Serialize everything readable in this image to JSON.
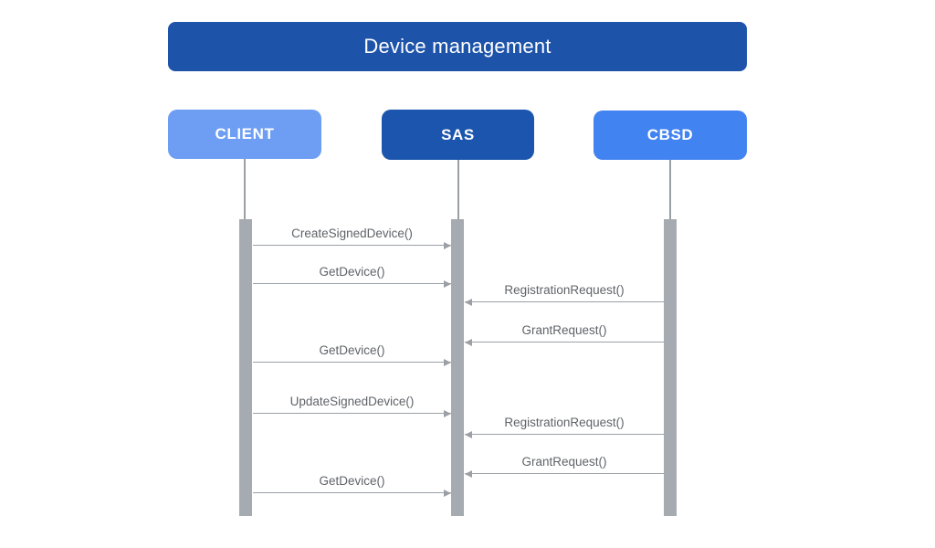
{
  "diagram": {
    "title": "Device management",
    "actors": [
      {
        "id": "client",
        "label": "CLIENT",
        "color": "#6d9ef3"
      },
      {
        "id": "sas",
        "label": "SAS",
        "color": "#1c55ad"
      },
      {
        "id": "cbsd",
        "label": "CBSD",
        "color": "#4183f1"
      }
    ],
    "messages": [
      {
        "label": "CreateSignedDevice()",
        "from": "CLIENT",
        "to": "SAS",
        "direction": "right"
      },
      {
        "label": "GetDevice()",
        "from": "CLIENT",
        "to": "SAS",
        "direction": "right"
      },
      {
        "label": "RegistrationRequest()",
        "from": "CBSD",
        "to": "SAS",
        "direction": "left"
      },
      {
        "label": "GrantRequest()",
        "from": "CBSD",
        "to": "SAS",
        "direction": "left"
      },
      {
        "label": "GetDevice()",
        "from": "CLIENT",
        "to": "SAS",
        "direction": "right"
      },
      {
        "label": "UpdateSignedDevice()",
        "from": "CLIENT",
        "to": "SAS",
        "direction": "right"
      },
      {
        "label": "RegistrationRequest()",
        "from": "CBSD",
        "to": "SAS",
        "direction": "left"
      },
      {
        "label": "GrantRequest()",
        "from": "CBSD",
        "to": "SAS",
        "direction": "left"
      },
      {
        "label": "GetDevice()",
        "from": "CLIENT",
        "to": "SAS",
        "direction": "right"
      }
    ],
    "colors": {
      "title_banner": "#1d53a9",
      "lifeline": "#9aa0a6",
      "activation_bar": "#a6aab1",
      "arrow": "#9aa0a6",
      "message_text": "#5f6368",
      "background": "#ffffff"
    }
  }
}
